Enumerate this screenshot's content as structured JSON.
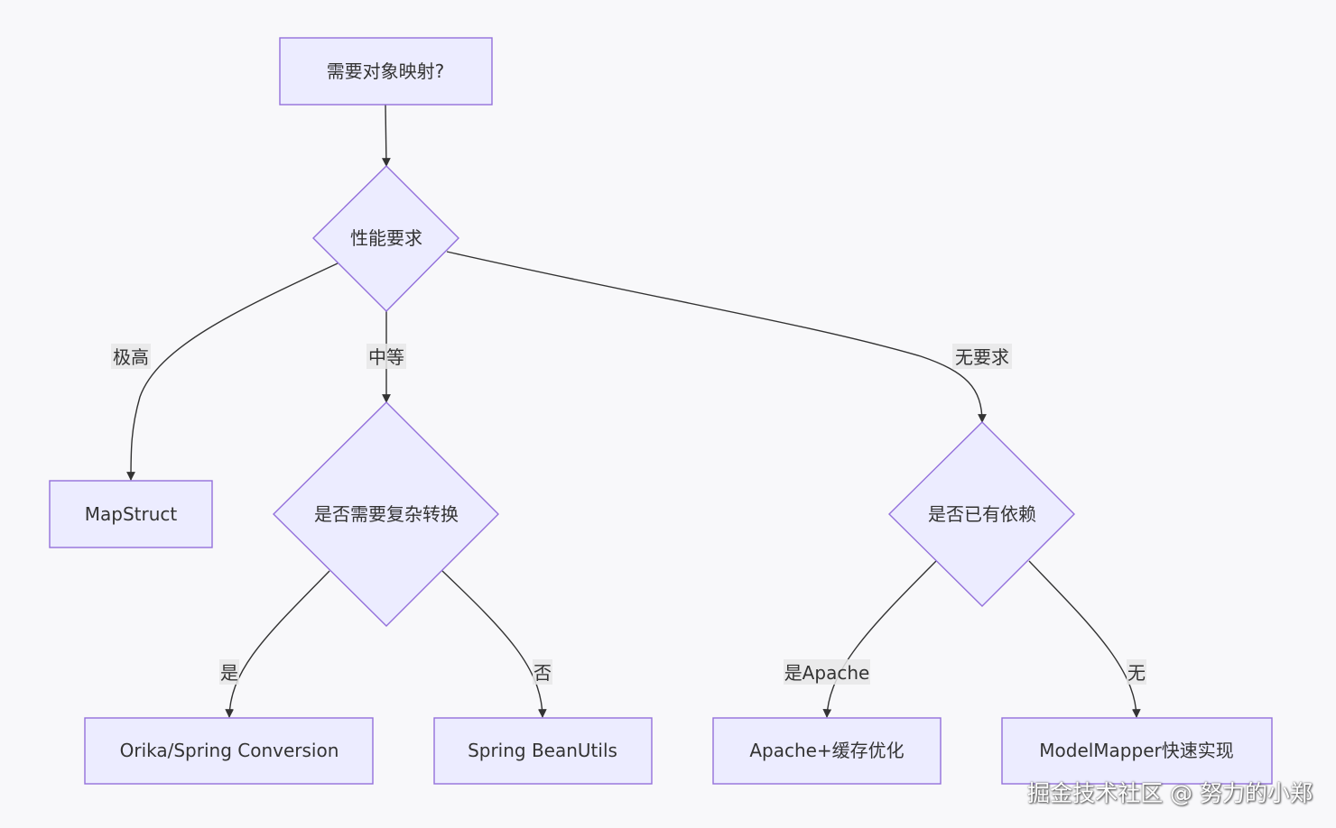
{
  "nodes": {
    "start": "需要对象映射?",
    "performance": "性能要求",
    "mapstruct": "MapStruct",
    "complex": "是否需要复杂转换",
    "dependency": "是否已有依赖",
    "orika": "Orika/Spring Conversion",
    "beanutils": "Spring BeanUtils",
    "apache": "Apache+缓存优化",
    "modelmapper": "ModelMapper快速实现"
  },
  "edges": {
    "very_high": "极高",
    "medium": "中等",
    "none_required": "无要求",
    "yes": "是",
    "no": "否",
    "yes_apache": "是Apache",
    "none": "无"
  },
  "colors": {
    "node_fill": "#ececff",
    "node_stroke": "#9370db",
    "edge": "#333333",
    "background": "#f8f8fa"
  },
  "watermark": "掘金技术社区 @ 努力的小郑"
}
